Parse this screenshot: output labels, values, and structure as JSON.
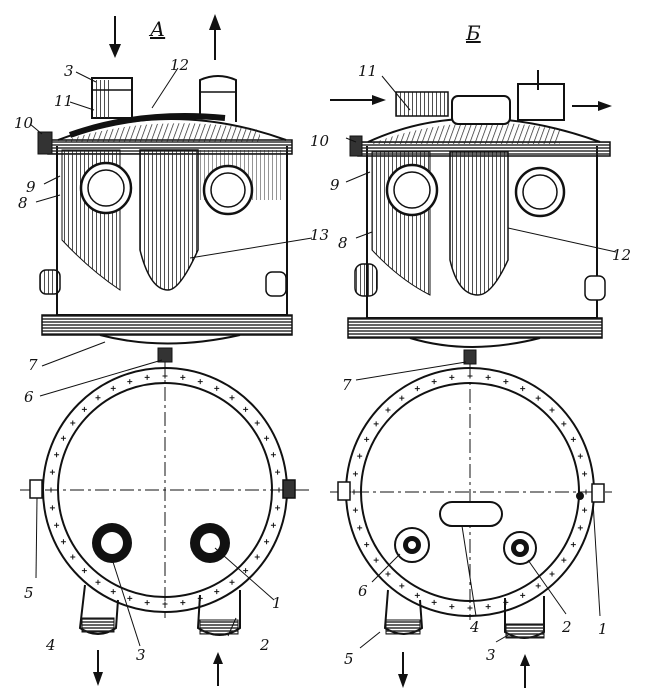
{
  "panels": [
    {
      "id": "A",
      "title": "А",
      "labels": [
        "1",
        "2",
        "3",
        "3",
        "4",
        "5",
        "6",
        "7",
        "8",
        "9",
        "10",
        "11",
        "12",
        "13"
      ]
    },
    {
      "id": "B",
      "title": "Б",
      "labels": [
        "1",
        "2",
        "3",
        "4",
        "5",
        "6",
        "7",
        "8",
        "9",
        "10",
        "11",
        "12"
      ]
    }
  ],
  "colors": {
    "ink": "#111111",
    "paper": "#ffffff",
    "hatch": "#333333"
  }
}
